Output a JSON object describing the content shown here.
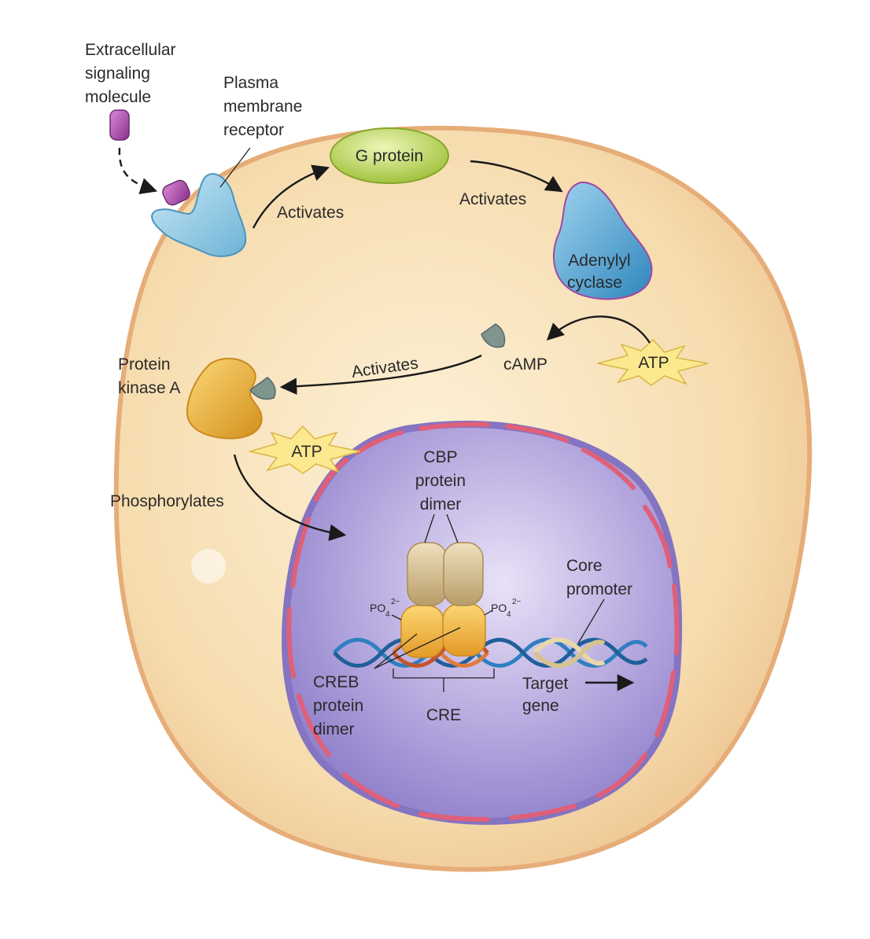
{
  "labels": {
    "extracellular_1": "Extracellular",
    "extracellular_2": "signaling",
    "extracellular_3": "molecule",
    "plasma_1": "Plasma",
    "plasma_2": "membrane",
    "plasma_3": "receptor",
    "g_protein": "G protein",
    "activates_1": "Activates",
    "activates_2": "Activates",
    "activates_3": "Activates",
    "adenylyl_1": "Adenylyl",
    "adenylyl_2": "cyclase",
    "atp_1": "ATP",
    "atp_2": "ATP",
    "camp": "cAMP",
    "pka_1": "Protein",
    "pka_2": "kinase A",
    "phosphorylates": "Phosphorylates",
    "cbp_1": "CBP",
    "cbp_2": "protein",
    "cbp_3": "dimer",
    "po4_left": "PO",
    "po4_left_sub": "4",
    "po4_left_sup": "2−",
    "po4_right": "PO",
    "po4_right_sub": "4",
    "po4_right_sup": "2−",
    "core_1": "Core",
    "core_2": "promoter",
    "creb_1": "CREB",
    "creb_2": "protein",
    "creb_3": "dimer",
    "cre": "CRE",
    "target_1": "Target",
    "target_2": "gene"
  },
  "colors": {
    "cytoplasm": "#f6dcae",
    "cell_edge": "#e9b27f",
    "nucleus": "#a99ad6",
    "nuclear_envelope": "#8d80c8",
    "envelope_pink": "#e0607a",
    "g_protein": "#b8d24a",
    "receptor": "#8ec9e4",
    "adenylyl_cyclase": "#5fa8d0",
    "signal_molecule": "#a54aa6",
    "camp": "#7b8f8c",
    "pka": "#e6ac38",
    "atp": "#fbe58a",
    "cbp": "#d4bb8a",
    "creb": "#f0b540",
    "dna_blue": "#2f7fc1",
    "dna_orange": "#e07b3a",
    "dna_cream": "#e8d8a8"
  }
}
